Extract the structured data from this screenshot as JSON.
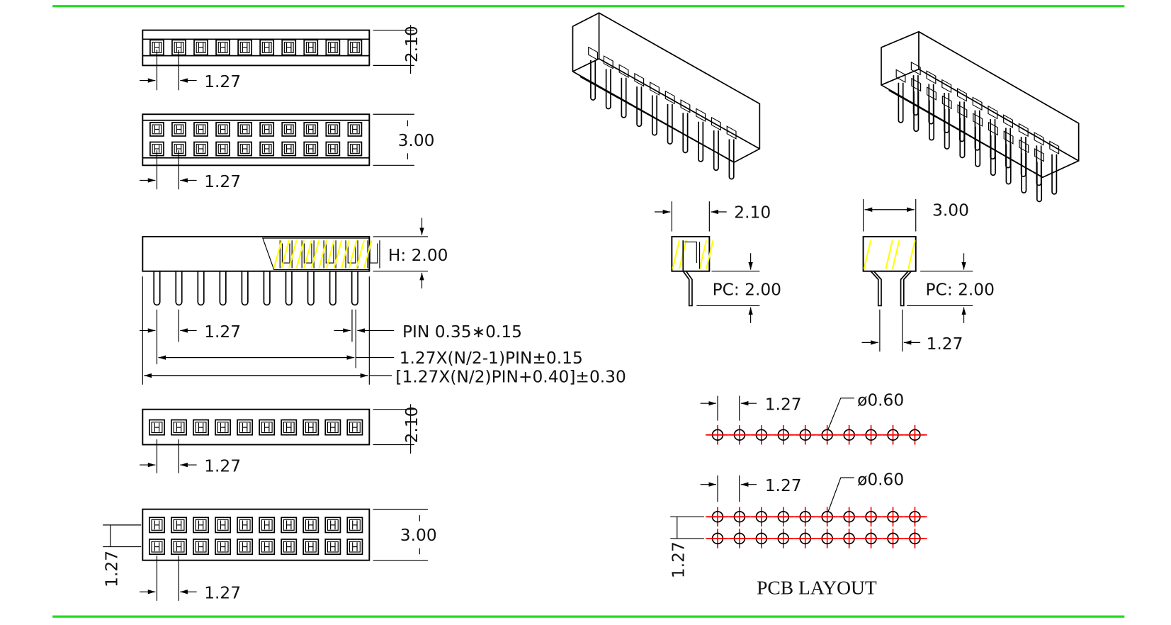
{
  "drawing": {
    "title": "PCB LAYOUT",
    "accent_colors": {
      "frame_line": "#22dd22",
      "centerline": "#ff0000",
      "section_hatch": "#ffff00"
    },
    "pin_columns": 10,
    "views": {
      "top_single": {
        "pitch": "1.27",
        "width": "2.10",
        "rows": 1
      },
      "top_double": {
        "pitch": "1.27",
        "width": "3.00",
        "rows": 2
      },
      "front": {
        "pitch": "1.27",
        "height": "H: 2.00",
        "pin_size": "PIN 0.35∗0.15",
        "pin_span": "1.27X(N/2-1)PIN±0.15",
        "body_length": "[1.27X(N/2)PIN+0.40]±0.30"
      },
      "bottom_single": {
        "pitch": "1.27",
        "width": "2.10",
        "rows": 1
      },
      "bottom_double": {
        "pitch": "1.27",
        "width": "3.00",
        "row_pitch": "1.27",
        "rows": 2
      },
      "side_single": {
        "width": "2.10",
        "pin_length": "PC: 2.00"
      },
      "side_double": {
        "width": "3.00",
        "pin_length": "PC: 2.00",
        "row_pitch": "1.27"
      },
      "pcb_single": {
        "pitch": "1.27",
        "hole": "ø0.60"
      },
      "pcb_double": {
        "pitch": "1.27",
        "hole": "ø0.60",
        "row_pitch": "1.27"
      }
    }
  }
}
